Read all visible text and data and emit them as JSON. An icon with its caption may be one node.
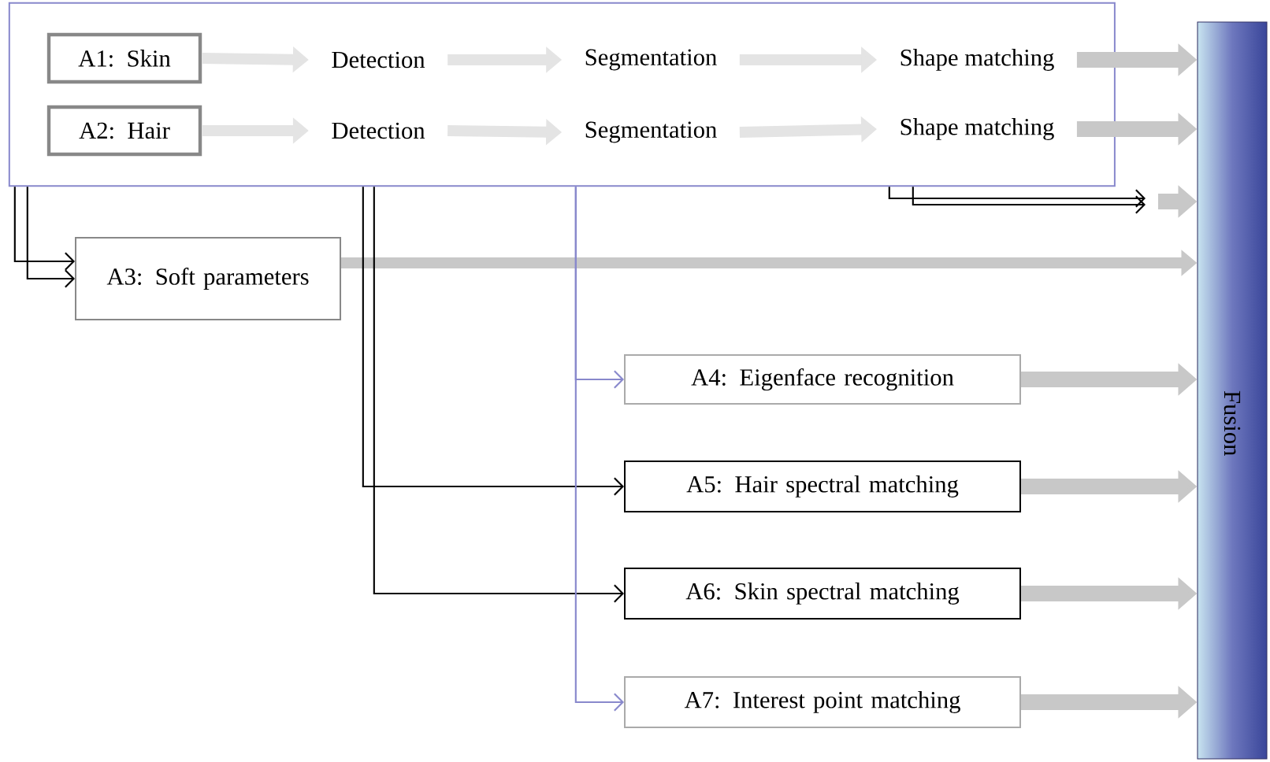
{
  "diagram": {
    "nodes": [
      {
        "text": [],
        "shape": "box"
      },
      {
        "text": [
          "A1: Skin"
        ],
        "in": 0
      },
      {
        "text": [
          "Detection"
        ],
        "in": 0
      },
      {
        "text": [
          "Segmentation"
        ],
        "in": 0
      },
      {
        "text": [
          "Shape matching"
        ],
        "in": 0
      },
      {
        "text": [
          "A2: Hair"
        ],
        "in": 0
      },
      {
        "text": [
          "Detection"
        ],
        "in": 0
      },
      {
        "text": [
          "Segmentation"
        ],
        "in": 0
      },
      {
        "text": [
          "Shape matching"
        ],
        "in": 0
      },
      {
        "text": [
          "A3: Soft parameters"
        ]
      },
      {
        "text": [
          "A4: Eigenface recognition"
        ]
      },
      {
        "text": [
          "A5: Hair spectral matching"
        ]
      },
      {
        "text": [
          "A6: Skin spectral matching"
        ]
      },
      {
        "text": [
          "A7: Interest point matching"
        ]
      },
      {
        "text": [
          "Fusion"
        ]
      }
    ],
    "edges": [
      {
        "from": 1,
        "to": 2,
        "arrow": "to",
        "color": "#e4e4e4"
      },
      {
        "from": 2,
        "to": 3,
        "arrow": "to",
        "color": "#e4e4e4"
      },
      {
        "from": 3,
        "to": 4,
        "arrow": "to",
        "color": "#e4e4e4"
      },
      {
        "from": 5,
        "to": 6,
        "arrow": "to",
        "color": "#e4e4e4"
      },
      {
        "from": 6,
        "to": 7,
        "arrow": "to",
        "color": "#e4e4e4"
      },
      {
        "from": 7,
        "to": 8,
        "arrow": "to",
        "color": "#e4e4e4"
      },
      {
        "from": 4,
        "to": 14,
        "arrow": "to",
        "color": "#c8c8c8"
      },
      {
        "from": 8,
        "to": 14,
        "arrow": "to",
        "color": "#c8c8c8"
      },
      {
        "from": 0,
        "to": null,
        "arrow": "to",
        "color": "#000000"
      },
      {
        "from": 0,
        "to": null,
        "arrow": "to",
        "color": "#000000"
      },
      {
        "from": null,
        "to": 14,
        "arrow": "to",
        "color": "#c8c8c8"
      },
      {
        "from": 0,
        "to": 9,
        "arrow": "to",
        "color": "#000000"
      },
      {
        "from": 0,
        "to": 9,
        "arrow": "to",
        "color": "#000000"
      },
      {
        "from": 9,
        "to": 14,
        "arrow": "to",
        "color": "#c8c8c8"
      },
      {
        "from": 0,
        "to": 11,
        "arrow": "to",
        "color": "#000000"
      },
      {
        "from": 0,
        "to": 12,
        "arrow": "to",
        "color": "#000000"
      },
      {
        "from": 0,
        "to": 10,
        "arrow": "to",
        "color": "#8888cc"
      },
      {
        "from": 0,
        "to": 13,
        "arrow": "to",
        "color": "#8888cc"
      },
      {
        "from": 10,
        "to": 14,
        "arrow": "to",
        "color": "#c8c8c8"
      },
      {
        "from": 11,
        "to": 14,
        "arrow": "to",
        "color": "#c8c8c8"
      },
      {
        "from": 12,
        "to": 14,
        "arrow": "to",
        "color": "#c8c8c8"
      },
      {
        "from": 13,
        "to": 14,
        "arrow": "to",
        "color": "#c8c8c8"
      }
    ]
  }
}
